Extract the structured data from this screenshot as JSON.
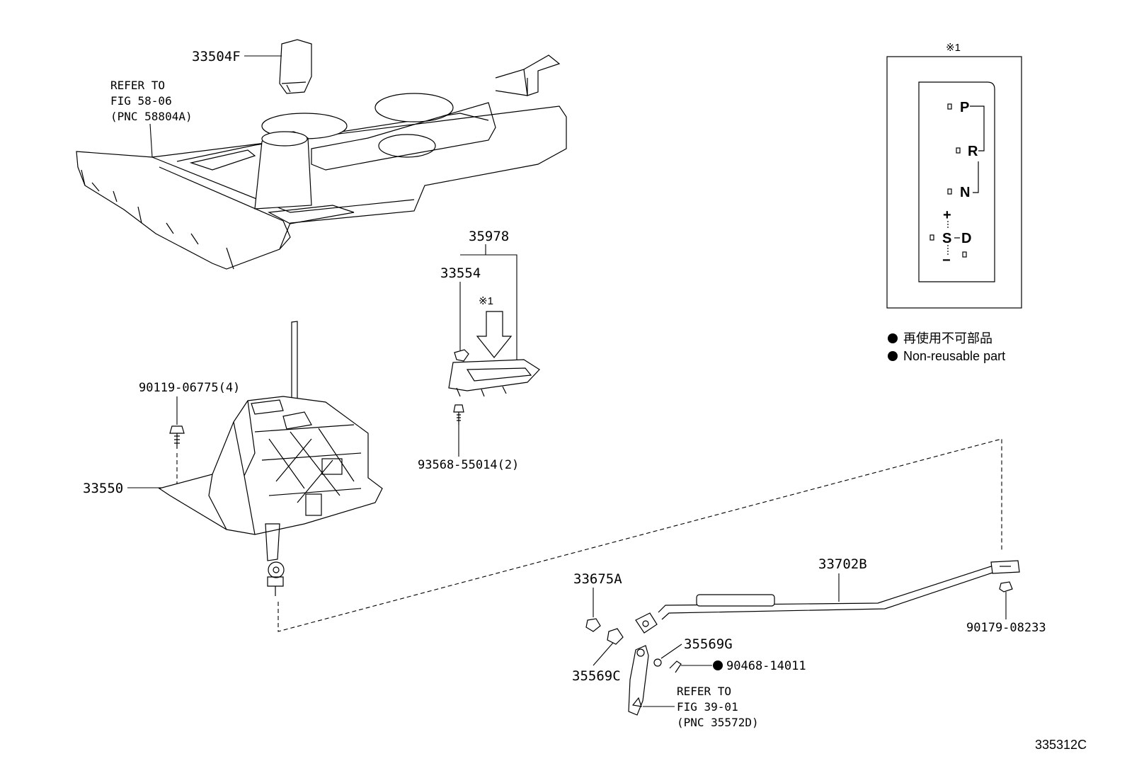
{
  "diagram_id": "335312C",
  "labels": {
    "p33504F": "33504F",
    "p35978": "35978",
    "p33554": "33554",
    "p90119": "90119-06775(4)",
    "p93568": "93568-55014(2)",
    "p33550": "33550",
    "p33675A": "33675A",
    "p33702B": "33702B",
    "p90179": "90179-08233",
    "p35569G": "35569G",
    "p35569C": "35569C",
    "p90468": "90468-14011"
  },
  "refer_top": {
    "line1": "REFER TO",
    "line2": "FIG 58-06",
    "line3": "(PNC 58804A)"
  },
  "refer_bottom": {
    "line1": "REFER TO",
    "line2": "FIG 39-01",
    "line3": "(PNC 35572D)"
  },
  "note_mark": "※1",
  "gate_positions": {
    "p": "P",
    "r": "R",
    "n": "N",
    "plus": "+",
    "s": "S",
    "d": "D",
    "minus": "−"
  },
  "legend": {
    "jp": "再使用不可部品",
    "en": "Non-reusable part"
  }
}
